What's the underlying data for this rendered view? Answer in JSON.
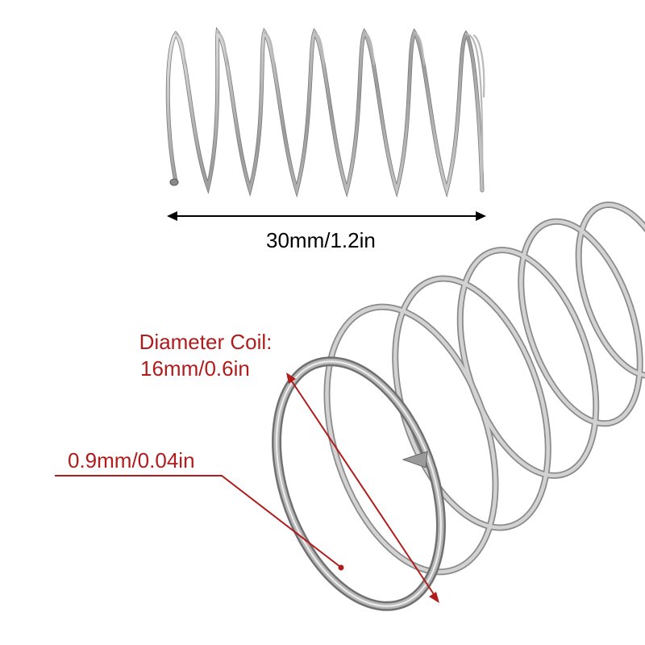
{
  "labels": {
    "length": "30mm/1.2in",
    "coil_diameter_line1": "Diameter Coil:",
    "coil_diameter_line2": "16mm/0.6in",
    "wire_diameter": "0.9mm/0.04in"
  },
  "colors": {
    "annotation": "#b01c1c",
    "dimension_line": "#000000",
    "spring_metal": "#a9a9a9",
    "spring_shadow": "#6f6f6f",
    "spring_highlight": "#ececec",
    "background": "#ffffff"
  },
  "subjects": {
    "top": "compression-spring-side-view",
    "bottom": "compression-spring-closeup"
  }
}
